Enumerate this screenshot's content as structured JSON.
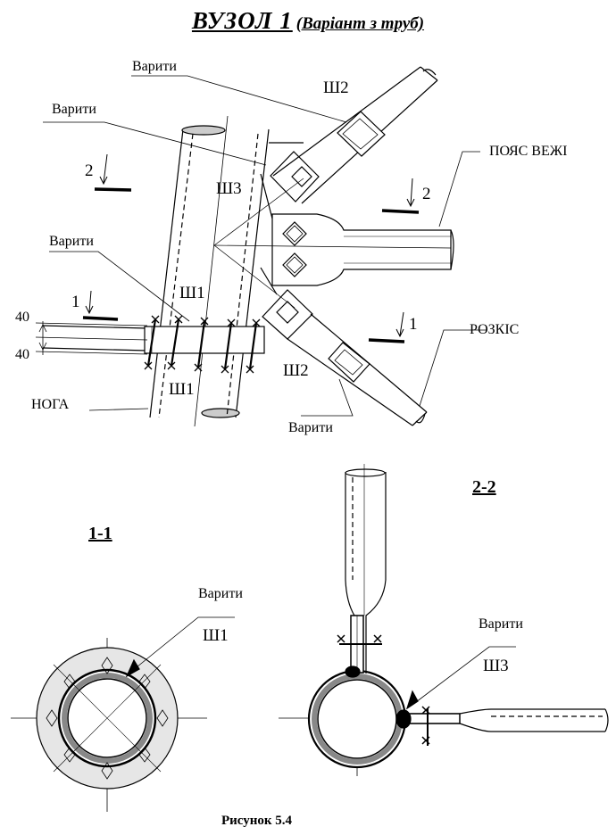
{
  "title": {
    "main": "ВУЗОЛ  1",
    "sub": "(Варіант з труб)"
  },
  "labels": {
    "weld": "Варити",
    "sh1": "Ш1",
    "sh2": "Ш2",
    "sh3": "Ш3",
    "belt": "ПОЯС ВЕЖІ",
    "brace": "РОЗКІС",
    "leg": "НОГА",
    "dim40": "40",
    "mark1": "1",
    "mark2": "2"
  },
  "sections": {
    "s11": "1-1",
    "s22": "2-2"
  },
  "caption": "Рисунок 5.4"
}
